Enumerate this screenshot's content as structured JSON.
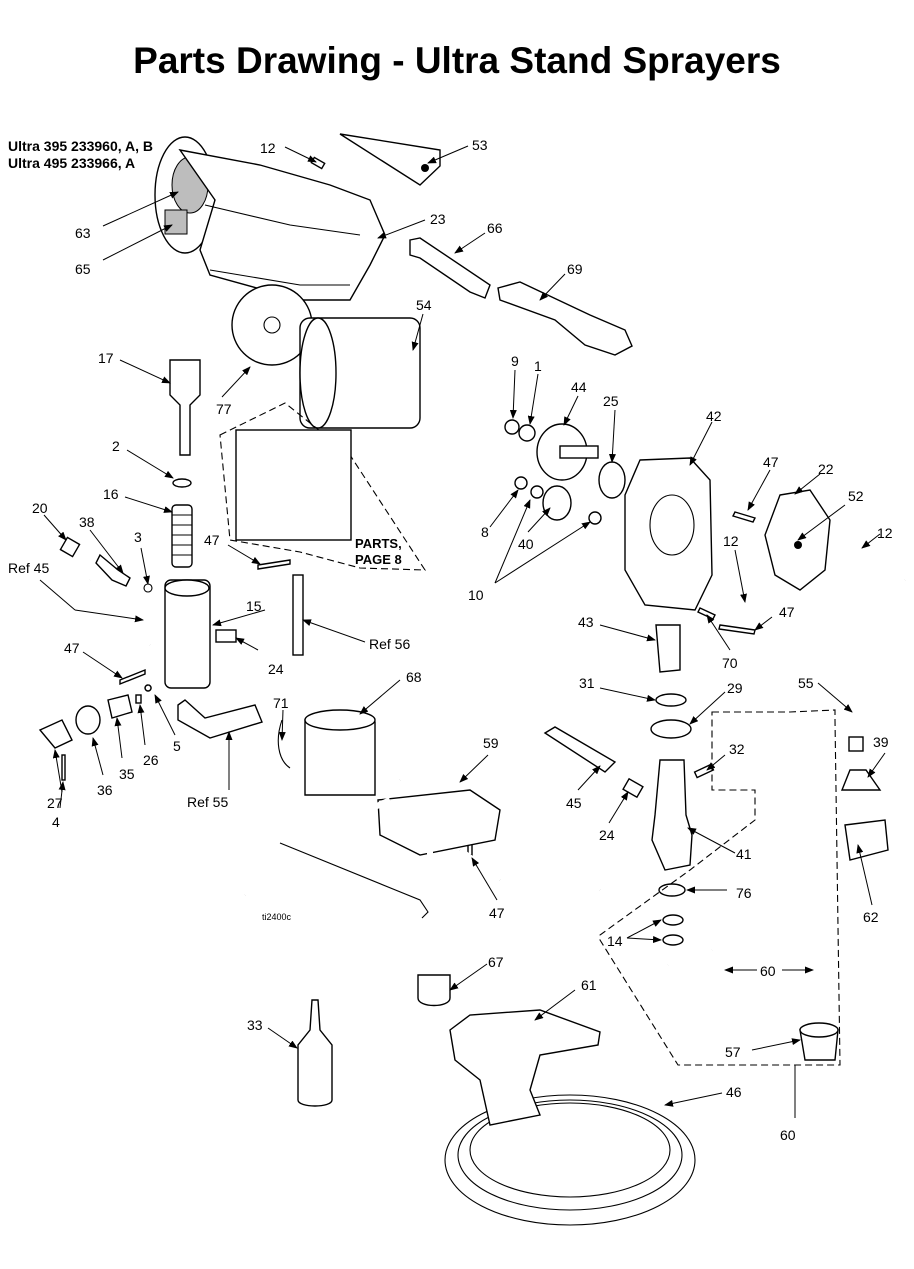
{
  "title": "Parts Drawing - Ultra Stand Sprayers",
  "models": [
    "Ultra 395 233960, A, B",
    "Ultra 495 233966, A"
  ],
  "figure_code": "ti2400c",
  "parts_note": [
    "PARTS,",
    "PAGE 8"
  ],
  "callouts": [
    "12",
    "53",
    "63",
    "65",
    "23",
    "66",
    "69",
    "54",
    "17",
    "77",
    "9",
    "1",
    "44",
    "25",
    "42",
    "47",
    "22",
    "52",
    "2",
    "16",
    "20",
    "38",
    "3",
    "47",
    "8",
    "40",
    "12",
    "12",
    "Ref 45",
    "15",
    "Ref 56",
    "10",
    "43",
    "47",
    "70",
    "47",
    "24",
    "68",
    "31",
    "29",
    "55",
    "71",
    "5",
    "26",
    "35",
    "36",
    "27",
    "4",
    "Ref 55",
    "59",
    "45",
    "24",
    "32",
    "39",
    "41",
    "76",
    "62",
    "47",
    "14",
    "60",
    "67",
    "61",
    "33",
    "57",
    "46",
    "60"
  ]
}
